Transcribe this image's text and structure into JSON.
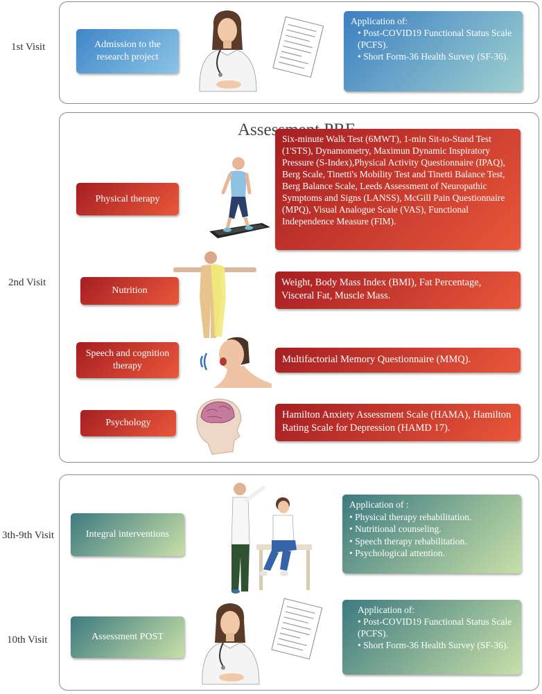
{
  "visits": {
    "v1": "1st Visit",
    "v2": "2nd Visit",
    "v3": "3th-9th Visit",
    "v4": "10th Visit"
  },
  "visit1": {
    "admission": "Admission to the research project",
    "application_title": "Application of:",
    "items": [
      "• Post-COVID19 Functional Status Scale (PCFS).",
      "• Short Form-36 Health Survey (SF-36)."
    ]
  },
  "visit2": {
    "title": "Assessment PRE",
    "physical": {
      "label": "Physical therapy",
      "tests": "Six-minute Walk Test (6MWT), 1-min Sit-to-Stand Test (1'STS), Dynamometry, Maximun Dynamic Inspiratory Pressure (S-Index),Physical Activity Questionnaire (IPAQ), Berg Scale, Tinetti's Mobility Test and Tinetti Balance Test, Berg Balance Scale, Leeds Assessment of Neuropathic Symptoms and Signs (LANSS), McGill Pain Questionnaire (MPQ), Visual Analogue Scale (VAS), Functional Independence Measure (FIM)."
    },
    "nutrition": {
      "label": "Nutrition",
      "tests": "Weight, Body Mass Index (BMI), Fat Percentage, Visceral Fat, Muscle Mass."
    },
    "speech": {
      "label": "Speech and cognition therapy",
      "tests": "Multifactorial Memory Questionnaire (MMQ)."
    },
    "psychology": {
      "label": "Psychology",
      "tests": "Hamilton Anxiety Assessment Scale (HAMA), Hamilton Rating Scale for Depression (HAMD 17)."
    }
  },
  "visit3": {
    "label": "Integral interventions",
    "application_title": "Application of :",
    "items": [
      "• Physical therapy rehabilitation.",
      "• Nutritional counseling.",
      "• Speech therapy rehabilitation.",
      "• Psychological attention."
    ]
  },
  "visit4": {
    "label": "Assessment POST",
    "application_title": "Application of:",
    "items": [
      "• Post-COVID19 Functional Status Scale (PCFS).",
      "• Short Form-36 Health Survey (SF-36)."
    ]
  }
}
